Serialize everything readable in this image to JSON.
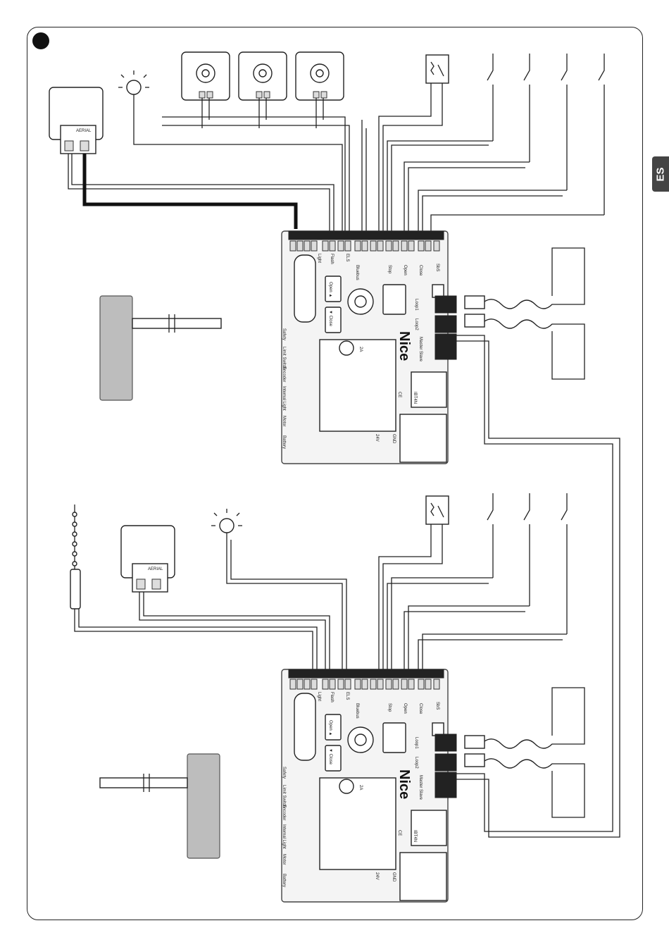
{
  "page": {
    "language_tab": "ES"
  },
  "boards": [
    {
      "brand": "Nice",
      "fuse": "2A",
      "top_terminals": [
        "Light",
        "Flash",
        "ELS",
        "Bluebus",
        "Stop",
        "Open",
        "Close",
        "SbS"
      ],
      "side_terminals": [
        "Safety",
        "Limit Switch",
        "Encoder",
        "Internal Light",
        "Motor",
        "Battery"
      ],
      "loop_labels": [
        "Loop1",
        "Loop2"
      ],
      "master_slave": "Master Slave",
      "module_label": "IBT4N",
      "mark": "CE",
      "power_labels": [
        "24V",
        "GND"
      ],
      "buttons": [
        "Open ▲",
        "▼ Close"
      ]
    },
    {
      "brand": "Nice",
      "fuse": "2A",
      "top_terminals": [
        "Light",
        "Flash",
        "ELS",
        "Bluebus",
        "Stop",
        "Open",
        "Close",
        "SbS"
      ],
      "side_terminals": [
        "Safety",
        "Limit Switch",
        "Encoder",
        "Internal Light",
        "Motor",
        "Battery"
      ],
      "loop_labels": [
        "Loop1",
        "Loop2"
      ],
      "master_slave": "Master Slave",
      "module_label": "IBT4N",
      "mark": "CE",
      "power_labels": [
        "24V",
        "GND"
      ],
      "buttons": [
        "Open ▲",
        "▼ Close"
      ]
    }
  ],
  "receivers": [
    {
      "antenna_label": "AERIAL"
    },
    {
      "antenna_label": "AERIAL"
    }
  ],
  "icons": [
    "lamp-icon",
    "photocell-icon",
    "switch-icon",
    "barrier-icon",
    "light-strip-icon"
  ],
  "colors": {
    "ink": "#222222",
    "tab": "#444444",
    "barrier": "#bdbdbd"
  }
}
